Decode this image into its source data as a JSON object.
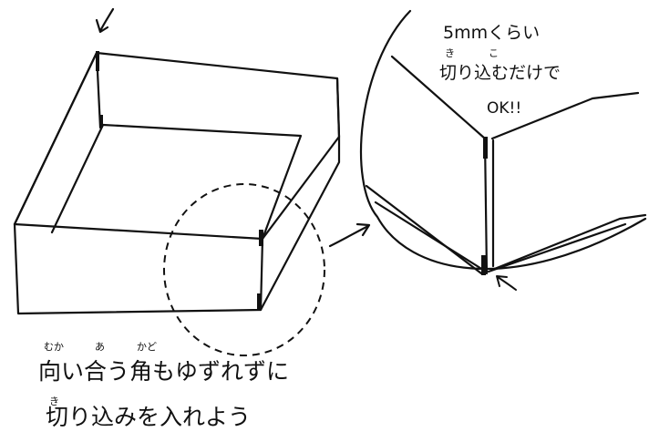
{
  "caption": {
    "line1": "向い合う角もゆずれずに",
    "line2": "切り込みを入れよう",
    "ruby": {
      "mukai": "むか",
      "au": "あ",
      "kado": "かど",
      "kiri": "き"
    }
  },
  "zoom_note": {
    "line1": "5mmくらい",
    "line2": "切り込むだけで",
    "line3": "OK!!",
    "ruby_kiri": "き",
    "ruby_komu": "こ"
  },
  "colors": {
    "ink": "#111111",
    "paper": "#ffffff"
  },
  "icons": {
    "corner_pointer": "arrow-down-left-icon",
    "zoom_pointer": "arrow-right-icon",
    "slit_pointer": "arrow-up-left-icon"
  }
}
